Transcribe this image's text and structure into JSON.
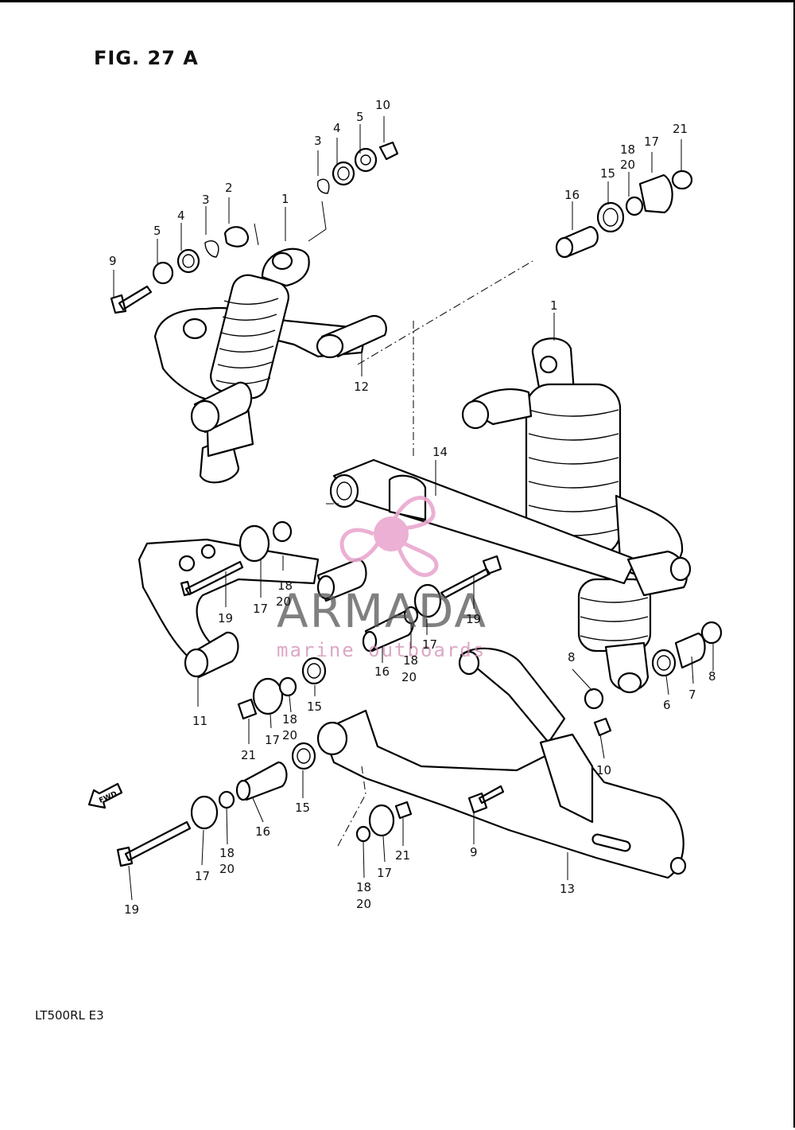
{
  "figure": {
    "title": "FIG. 27 A",
    "model": "LT500RL  E3"
  },
  "watermark": {
    "brand": "ARMADA",
    "tagline": "marine outboards",
    "color": "#e9a8cf"
  },
  "fwd_label": "FWD",
  "labels": {
    "top_left": [
      "10",
      "5",
      "4",
      "3",
      "3",
      "2",
      "1",
      "5",
      "4",
      "9",
      "12"
    ],
    "top_right": [
      "21",
      "17",
      "18",
      "20",
      "15",
      "16",
      "1"
    ],
    "middle": [
      "14",
      "18",
      "20",
      "19",
      "17",
      "19",
      "17",
      "18",
      "20",
      "16",
      "11",
      "15",
      "17",
      "18",
      "20",
      "21",
      "8",
      "6",
      "7",
      "8",
      "10"
    ],
    "bottom": [
      "15",
      "16",
      "17",
      "18",
      "20",
      "19",
      "9",
      "18",
      "20",
      "17",
      "21",
      "13"
    ]
  }
}
